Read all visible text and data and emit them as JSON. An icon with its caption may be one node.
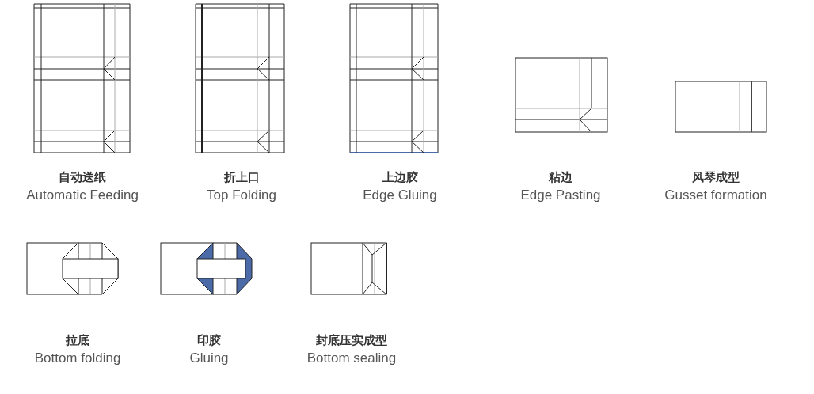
{
  "diagram": {
    "nodes": [
      {
        "text": [
          "自动送纸",
          "Automatic Feeding"
        ]
      },
      {
        "text": [
          "折上口",
          "Top Folding"
        ]
      },
      {
        "text": [
          "上边胶",
          "Edge Gluing"
        ]
      },
      {
        "text": [
          "粘边",
          "Edge Pasting"
        ]
      },
      {
        "text": [
          "风琴成型",
          "Gusset formation"
        ]
      },
      {
        "text": [
          "拉底",
          "Bottom folding"
        ]
      },
      {
        "text": [
          "印胶",
          "Gluing"
        ]
      },
      {
        "text": [
          "封底压实成型",
          "Bottom sealing"
        ]
      }
    ]
  }
}
